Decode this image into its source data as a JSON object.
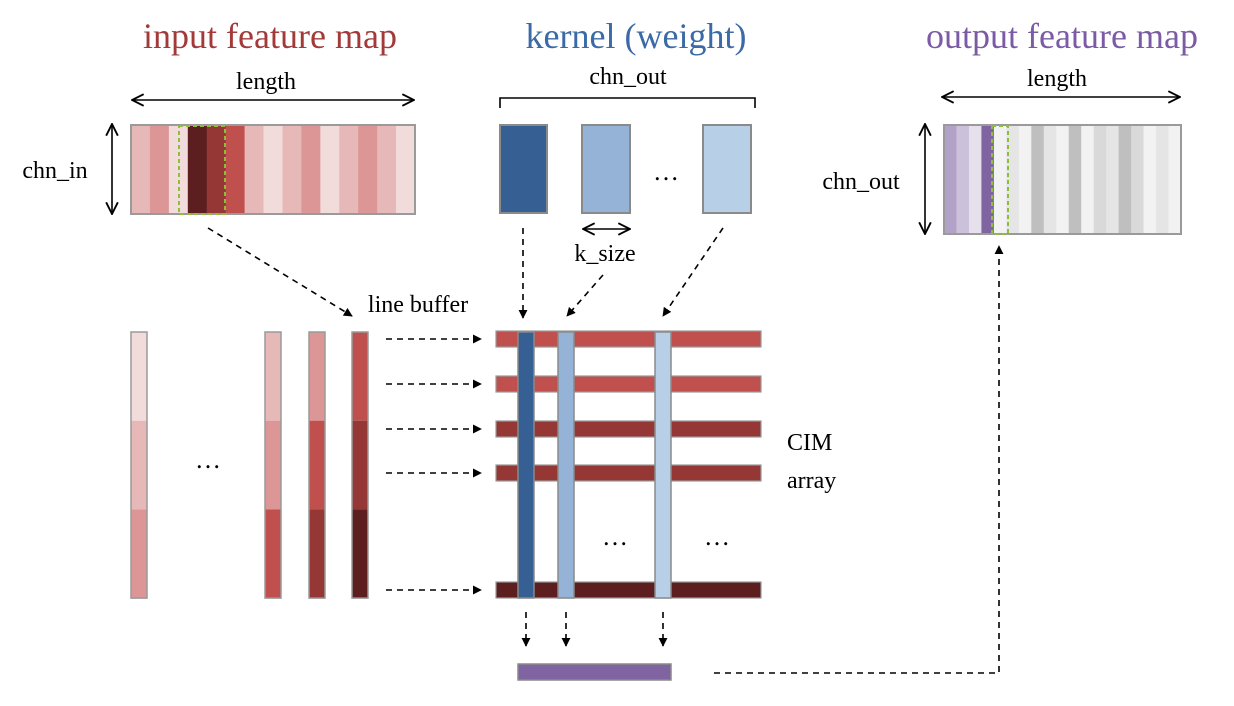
{
  "titles": {
    "input": "input feature map",
    "kernel": "kernel (weight)",
    "output": "output feature map"
  },
  "labels": {
    "input_length": "length",
    "chn_in": "chn_in",
    "chn_out_kernel": "chn_out",
    "k_size": "k_size",
    "output_length": "length",
    "chn_out_output": "chn_out",
    "line_buffer": "line buffer",
    "cim_line1": "CIM",
    "cim_line2": "array",
    "ellipsis": "…"
  },
  "colors": {
    "input_title": "#a33a3a",
    "kernel_title": "#3b6aa6",
    "output_title": "#7b5aa6",
    "outline": "#9a9a9a",
    "highlight_dash": "#8fbf3a",
    "kernel_dark": "#365f94",
    "kernel_mid": "#95b3d7",
    "kernel_light": "#b8cfe8",
    "output_bar": "#8064a2",
    "input_strips": [
      "#e6b9b8",
      "#dc9696",
      "#f2dcdb",
      "#5c1e1e",
      "#953734",
      "#c0504d",
      "#e6b9b8",
      "#f2dcdb",
      "#e6b9b8",
      "#dc9696",
      "#f2dcdb",
      "#e6b9b8",
      "#dc9696",
      "#e6b9b8",
      "#f2dcdb"
    ],
    "output_strips": [
      "#b3a2c7",
      "#ccc1da",
      "#e5e0ec",
      "#8064a2",
      "#f2f2f2",
      "#e5e5e5",
      "#f2f2f2",
      "#bfbfbf",
      "#e5e5e5",
      "#f2f2f2",
      "#bfbfbf",
      "#f2f2f2",
      "#d9d9d9",
      "#e5e5e5",
      "#bfbfbf",
      "#d9d9d9",
      "#f2f2f2",
      "#e5e5e5",
      "#f2f2f2"
    ],
    "line_buffer_columns": [
      [
        "#f2dcdb",
        "#e6b9b8",
        "#dc9696"
      ],
      [
        "#e6b9b8",
        "#dc9696",
        "#c0504d"
      ],
      [
        "#dc9696",
        "#c0504d",
        "#953734"
      ],
      [
        "#c0504d",
        "#953734",
        "#5c1e1e"
      ]
    ],
    "cim_rows": [
      "#c0504d",
      "#c0504d",
      "#953734",
      "#953734",
      "#5c1e1e"
    ]
  }
}
